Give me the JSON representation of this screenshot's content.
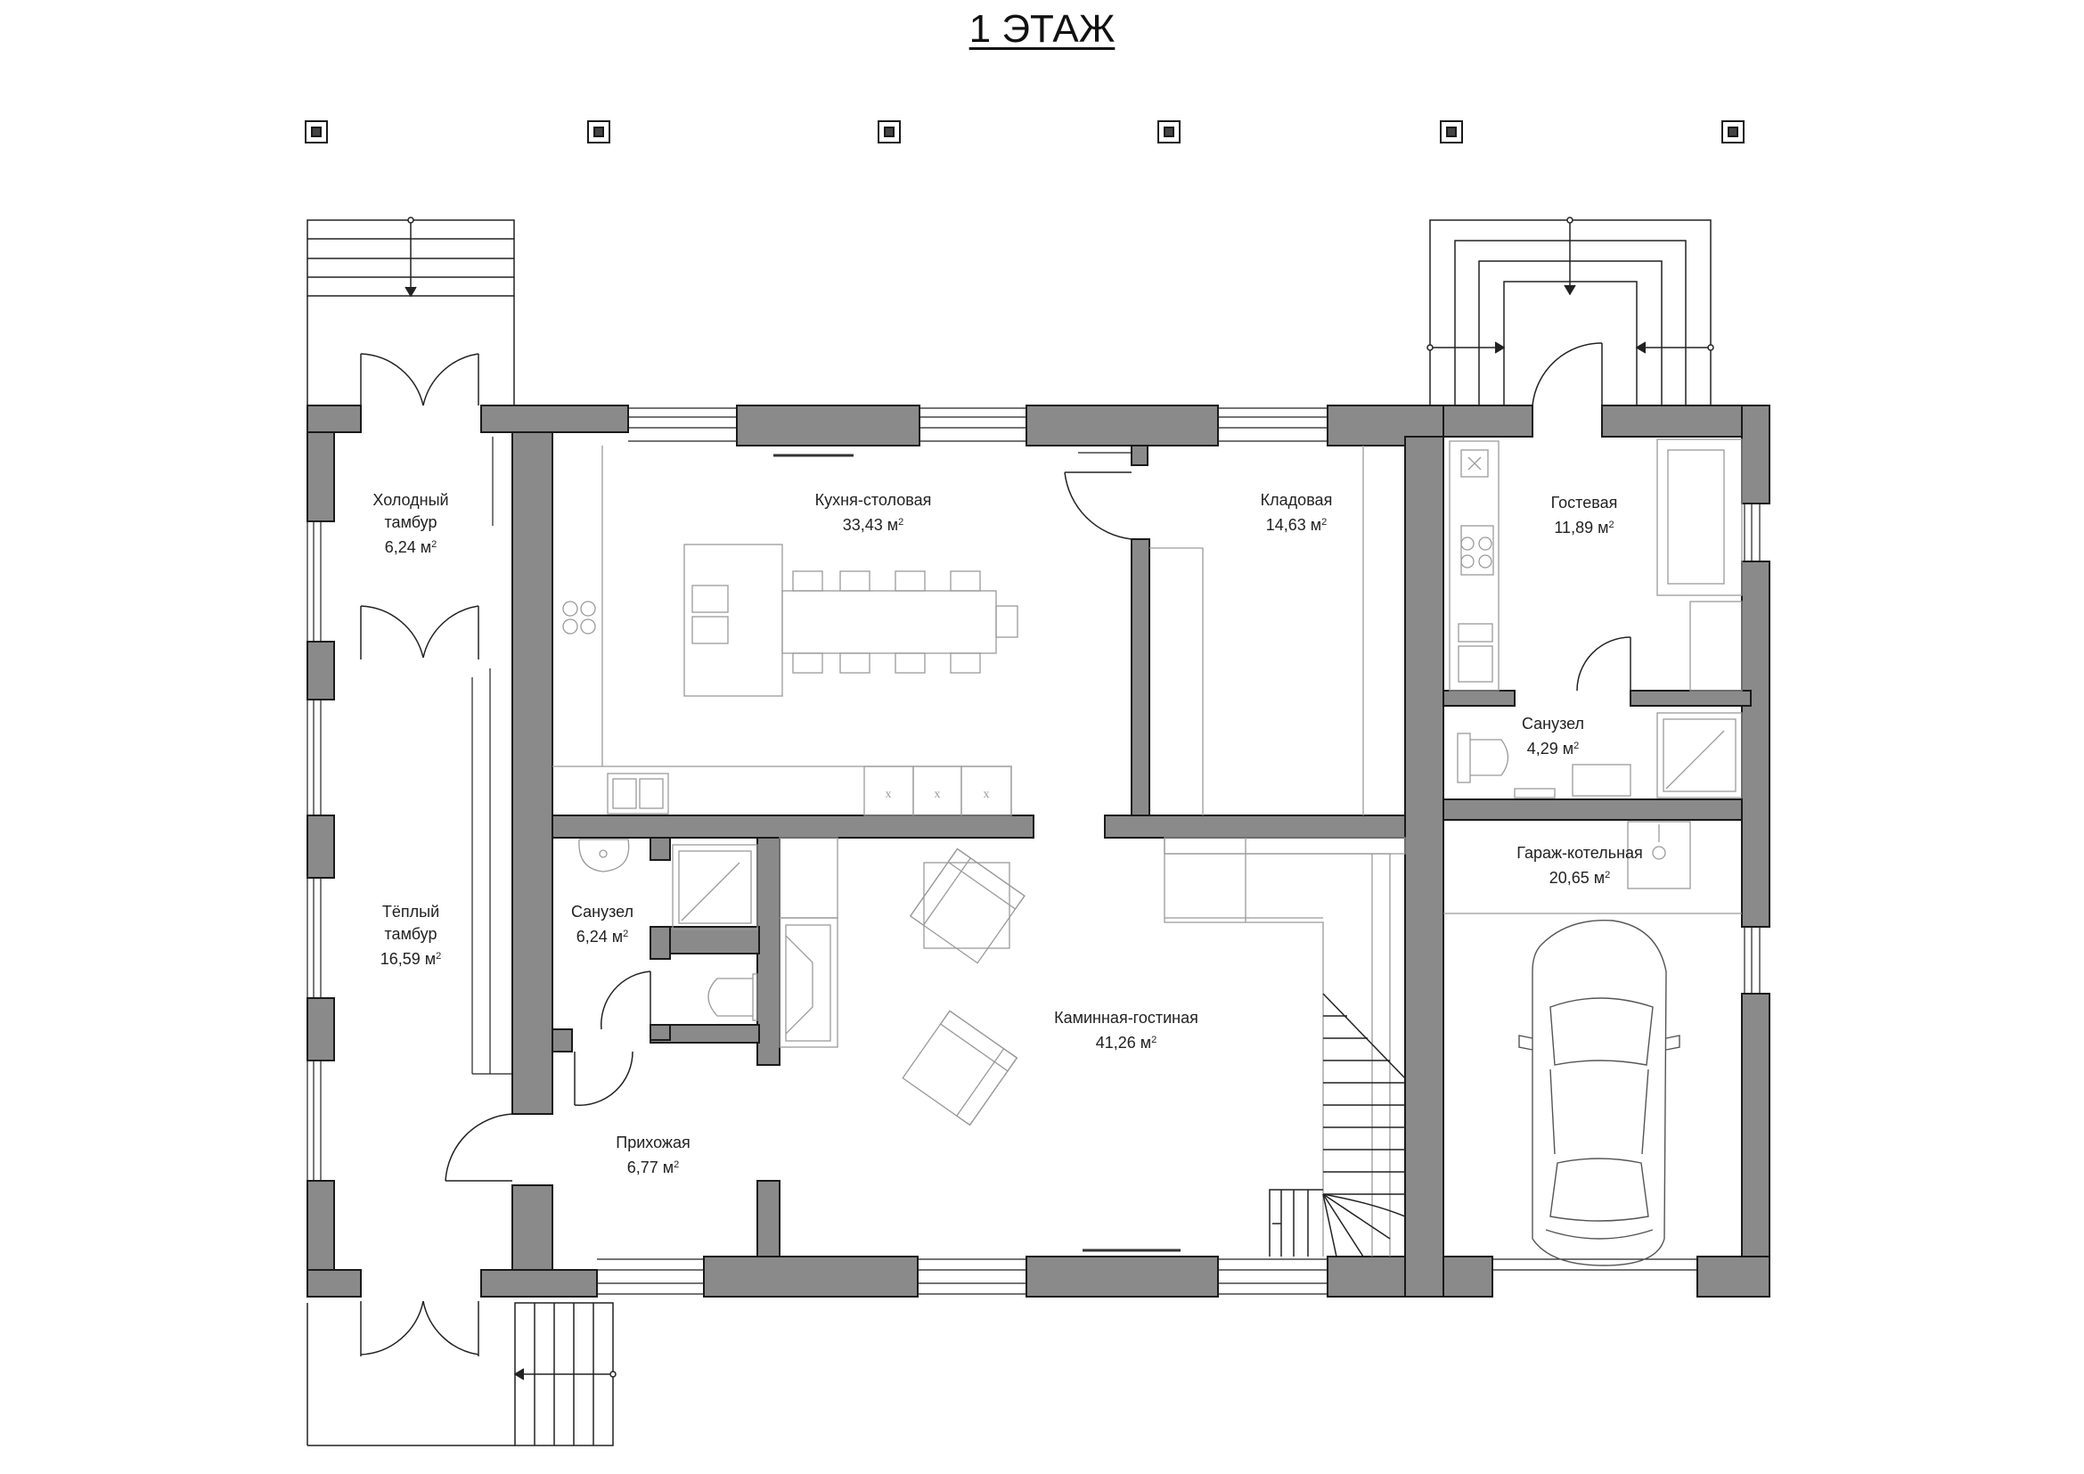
{
  "title": "1 ЭТАЖ",
  "unit": "м",
  "unit_power": "2",
  "rooms": [
    {
      "id": "cold-vestibule",
      "name": [
        "Холодный",
        "тамбур"
      ],
      "area": "6,24"
    },
    {
      "id": "kitchen-dining",
      "name": [
        "Кухня-столовая"
      ],
      "area": "33,43"
    },
    {
      "id": "pantry",
      "name": [
        "Кладовая"
      ],
      "area": "14,63"
    },
    {
      "id": "guest-room",
      "name": [
        "Гостевая"
      ],
      "area": "11,89"
    },
    {
      "id": "guest-bathroom",
      "name": [
        "Санузел"
      ],
      "area": "4,29"
    },
    {
      "id": "warm-vestibule",
      "name": [
        "Тёплый",
        "тамбур"
      ],
      "area": "16,59"
    },
    {
      "id": "bathroom",
      "name": [
        "Санузел"
      ],
      "area": "6,24"
    },
    {
      "id": "garage-boiler",
      "name": [
        "Гараж-котельная"
      ],
      "area": "20,65"
    },
    {
      "id": "fireplace-living",
      "name": [
        "Каминная-гостиная"
      ],
      "area": "41,26"
    },
    {
      "id": "hallway",
      "name": [
        "Прихожая"
      ],
      "area": "6,77"
    }
  ],
  "colors": {
    "wall": "#8a8a8a",
    "wall_stroke": "#1a1a1a",
    "line": "#222222",
    "furniture": "#9a9a9a"
  }
}
